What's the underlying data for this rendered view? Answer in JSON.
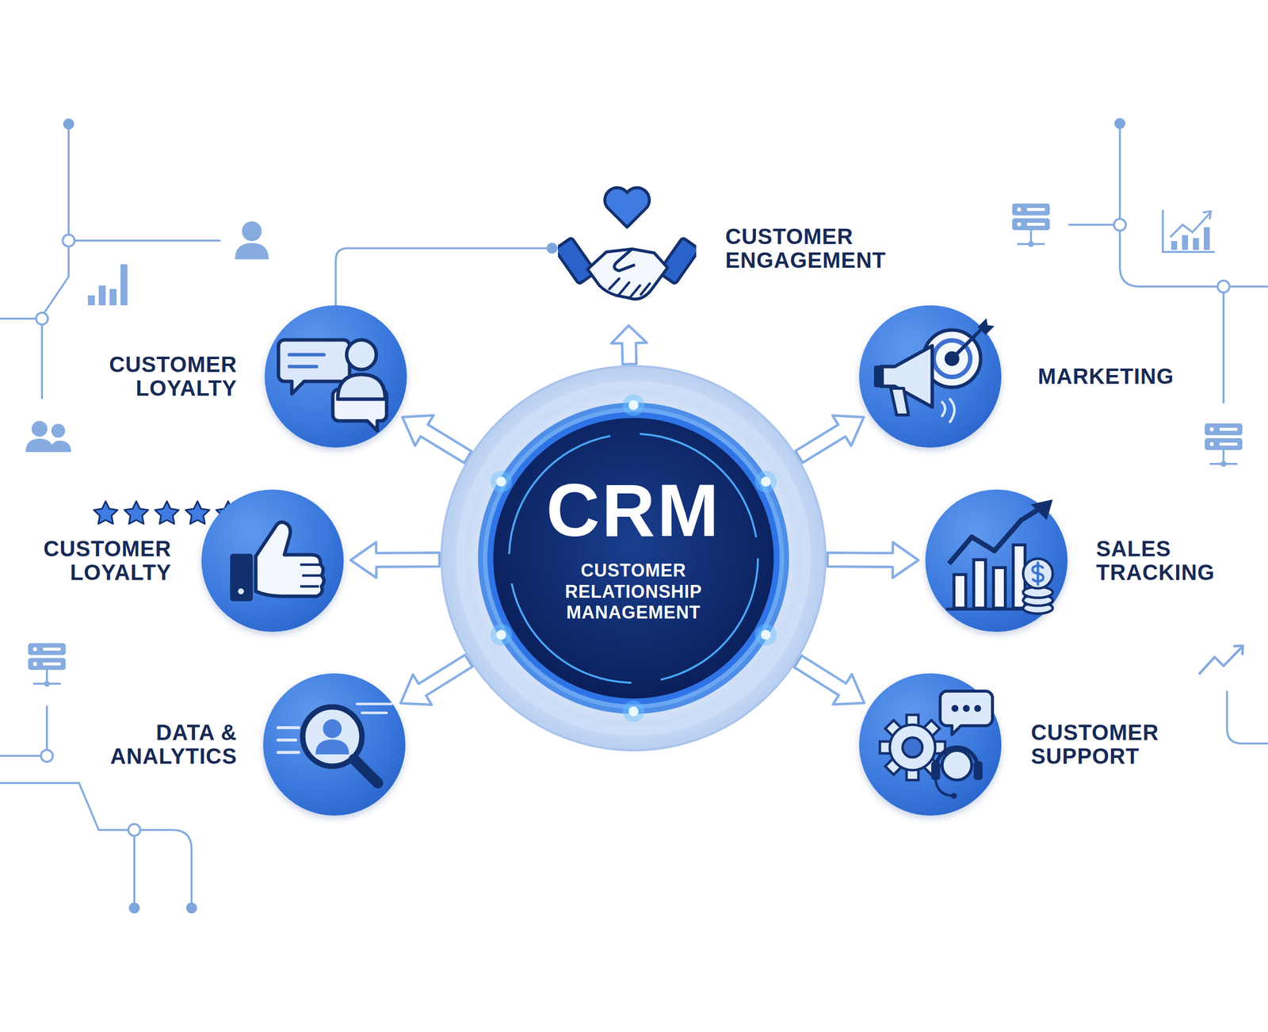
{
  "diagram": {
    "nodes": [
      {
        "text": [
          "CUSTOMER ENGAGEMENT"
        ]
      },
      {
        "text": [
          "CUSTOMER LOYALTY"
        ]
      },
      {
        "text": [
          "MARKETING"
        ]
      },
      {
        "text": [
          "CRM",
          "CUSTOMER RELATIONSHIP MANAGEMENT"
        ]
      },
      {
        "text": [
          "CUSTOMER LOYALTY"
        ]
      },
      {
        "text": [
          "SALES TRACKING"
        ]
      },
      {
        "text": [
          "DATA & ANALYTICS"
        ]
      },
      {
        "text": [
          "CUSTOMER SUPPORT"
        ]
      }
    ],
    "edges": [
      {
        "from": 3,
        "to": 0,
        "arrow": "to"
      },
      {
        "from": 3,
        "to": 1,
        "arrow": "to"
      },
      {
        "from": 3,
        "to": 2,
        "arrow": "to"
      },
      {
        "from": 3,
        "to": 4,
        "arrow": "to"
      },
      {
        "from": 3,
        "to": 5,
        "arrow": "to"
      },
      {
        "from": 3,
        "to": 6,
        "arrow": "to"
      },
      {
        "from": 3,
        "to": 7,
        "arrow": "to"
      },
      {
        "from": 1,
        "to": 0,
        "arrow": "none"
      }
    ]
  }
}
